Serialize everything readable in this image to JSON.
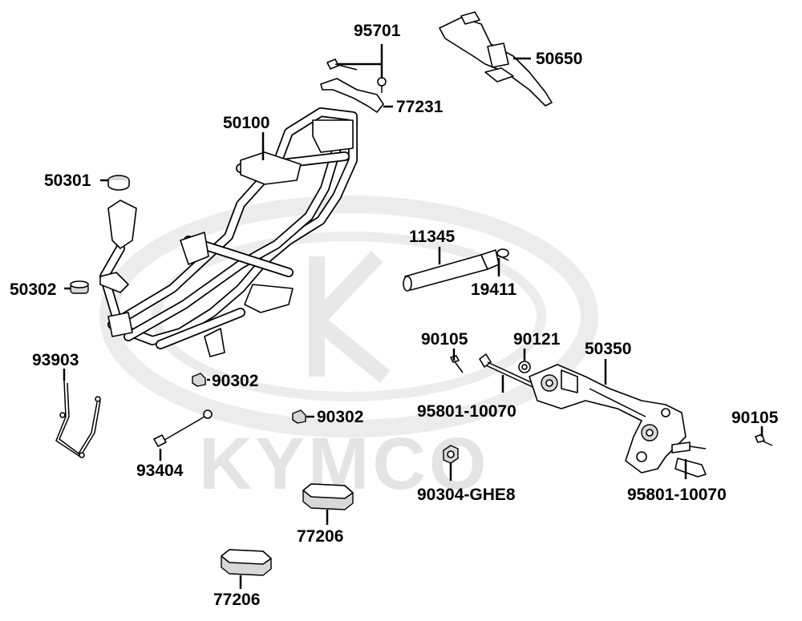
{
  "watermark": {
    "brand_text": "KYMCO"
  },
  "labels": {
    "p95701": "95701",
    "p50650": "50650",
    "p77231": "77231",
    "p50100": "50100",
    "p50301": "50301",
    "p11345": "11345",
    "p50302": "50302",
    "p19411": "19411",
    "p93903": "93903",
    "p90105a": "90105",
    "p90121": "90121",
    "p50350": "50350",
    "p90302a": "90302",
    "p95801a": "95801-10070",
    "p90302b": "90302",
    "p90105b": "90105",
    "p93404": "93404",
    "p90304": "90304-GHE8",
    "p95801b": "95801-10070",
    "p77206a": "77206",
    "p77206b": "77206"
  }
}
